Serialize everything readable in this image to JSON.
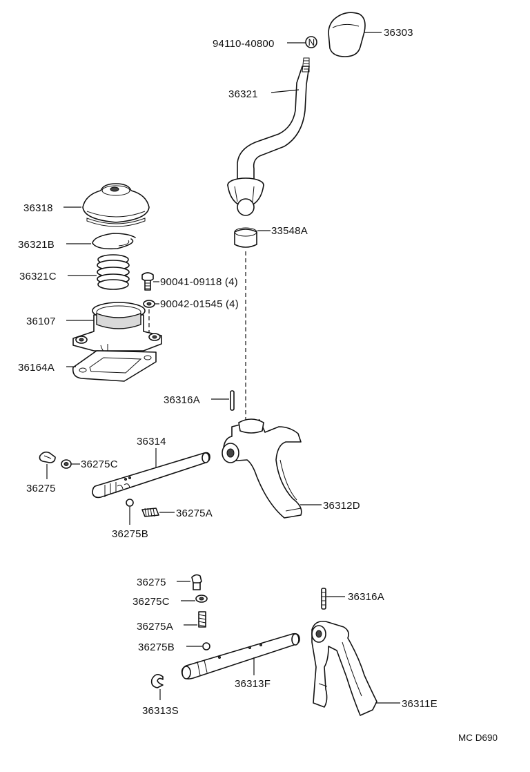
{
  "labels": {
    "p36303": "36303",
    "p94110": "94110-40800",
    "p36321": "36321",
    "p36318": "36318",
    "p33548a": "33548A",
    "p36321b": "36321B",
    "p36321c": "36321C",
    "p90041": "90041-09118 (4)",
    "p90042": "90042-01545 (4)",
    "p36107": "36107",
    "p36164a": "36164A",
    "p36316a_top": "36316A",
    "p36314": "36314",
    "p36275c_top": "36275C",
    "p36275_top": "36275",
    "p36312d": "36312D",
    "p36275a_top": "36275A",
    "p36275b_top": "36275B",
    "p36275_bot": "36275",
    "p36275c_bot": "36275C",
    "p36316a_bot": "36316A",
    "p36275a_bot": "36275A",
    "p36275b_bot": "36275B",
    "p36313f": "36313F",
    "p36311e": "36311E",
    "p36313s": "36313S",
    "ref_code": "MC D690"
  },
  "icons": {
    "nut_marker": "N"
  }
}
